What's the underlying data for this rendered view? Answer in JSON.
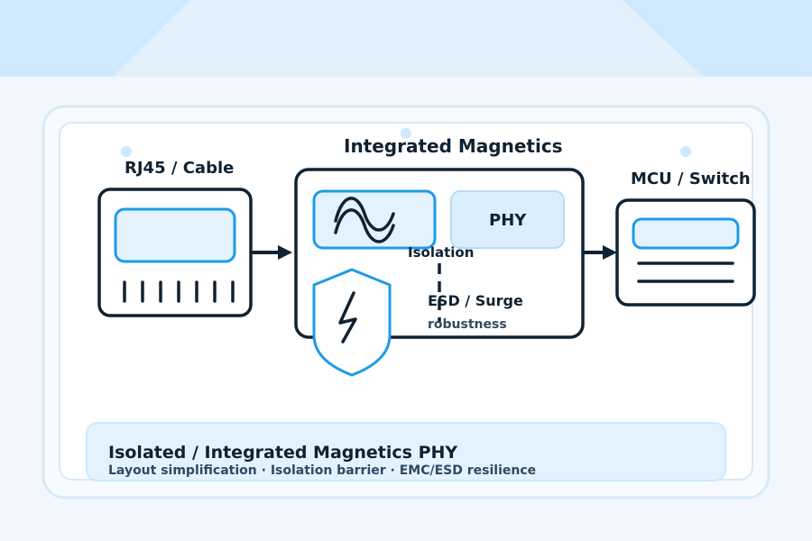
{
  "labels": {
    "rj45": "RJ45 / Cable",
    "magnetics": "Integrated Magnetics",
    "mcu": "MCU / Switch",
    "phy": "PHY",
    "isolation": "Isolation",
    "esd_line1": "ESD / Surge",
    "esd_line2": "robustness"
  },
  "footer": {
    "title": "Isolated / Integrated Magnetics PHY",
    "subtitle": "Layout simplification · Isolation barrier · EMC/ESD resilience"
  },
  "colors": {
    "dark": "#0f2233",
    "accent": "#1e9be8",
    "light_fill": "#e3f2fd",
    "banner": "#cfe8fb",
    "background": "#f2f7fd"
  },
  "icons": {
    "wave": "sine-wave-icon",
    "shield": "lightning-shield-icon"
  }
}
